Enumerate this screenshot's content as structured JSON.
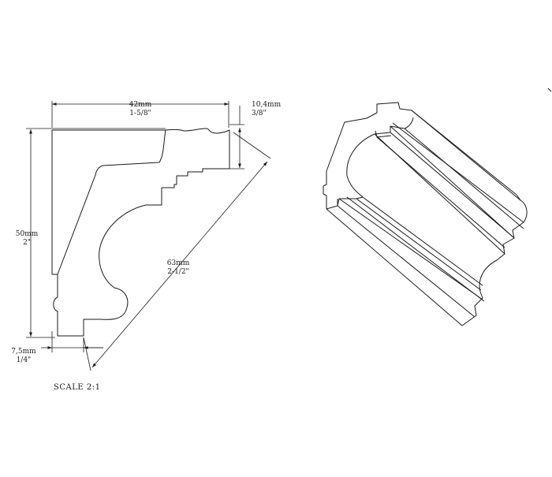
{
  "dimensions": {
    "width": {
      "metric": "42mm",
      "imperial": "1-5/8\""
    },
    "flat": {
      "metric": "10,4mm",
      "imperial": "3/8\""
    },
    "height": {
      "metric": "50mm",
      "imperial": "2\""
    },
    "diagonal": {
      "metric": "63mm",
      "imperial": "2-1/2\""
    },
    "step": {
      "metric": "7,5mm",
      "imperial": "1/4\""
    }
  },
  "scale_label": "SCALE  2:1"
}
